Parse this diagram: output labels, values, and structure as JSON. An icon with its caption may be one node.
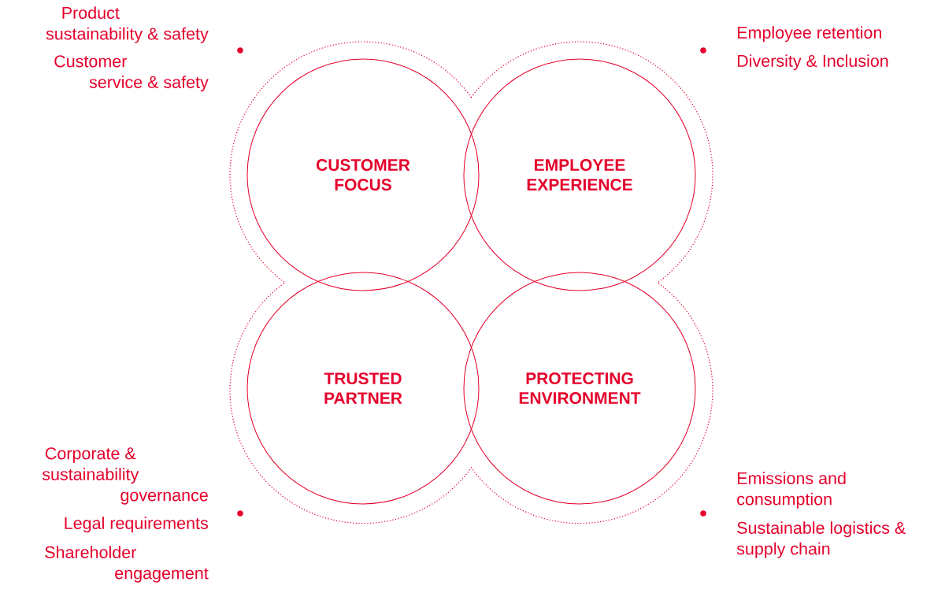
{
  "diagram": {
    "nodes": [
      {
        "text": [
          "CUSTOMER FOCUS"
        ]
      },
      {
        "text": [
          "EMPLOYEE EXPERIENCE"
        ]
      },
      {
        "text": [
          "TRUSTED PARTNER"
        ]
      },
      {
        "text": [
          "PROTECTING ENVIRONMENT"
        ]
      }
    ],
    "edges": [],
    "labels": [
      "Product sustainability & safety",
      "Customer service & safety",
      "Employee retention",
      "Diversity & Inclusion",
      "Corporate & sustainability governance",
      "Legal requirements",
      "Shareholder engagement",
      "Emissions and consumption",
      "Sustainable logistics & supply chain"
    ]
  }
}
